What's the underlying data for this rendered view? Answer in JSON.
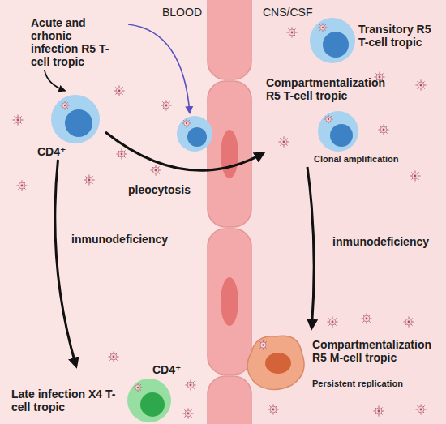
{
  "diagram": {
    "nodes": [
      {
        "text": [
          "Acute and crhonic infection R5 T-cell tropic"
        ]
      },
      {
        "text": [
          "CD4⁺"
        ]
      },
      {
        "text": [
          "Transitory R5 T-cell tropic"
        ]
      },
      {
        "text": [
          "Compartmentalization R5 T-cell tropic",
          "Clonal amplification"
        ]
      },
      {
        "text": [
          "Late infection X4 T-cell tropic",
          "CD4⁺"
        ]
      },
      {
        "text": [
          "Compartmentalization R5 M-cell tropic",
          "Persistent replication"
        ]
      }
    ],
    "edges": [
      {
        "from": 0,
        "to": 1,
        "arrow": "to"
      },
      {
        "from": 1,
        "to": 3,
        "label": "pleocytosis",
        "arrow": "to"
      },
      {
        "from": 1,
        "to": 4,
        "label": "inmunodeficiency",
        "arrow": "to"
      },
      {
        "from": 3,
        "to": 5,
        "label": "inmunodeficiency",
        "arrow": "to"
      }
    ],
    "labels": [
      "BLOOD",
      "CNS/CSF"
    ]
  }
}
